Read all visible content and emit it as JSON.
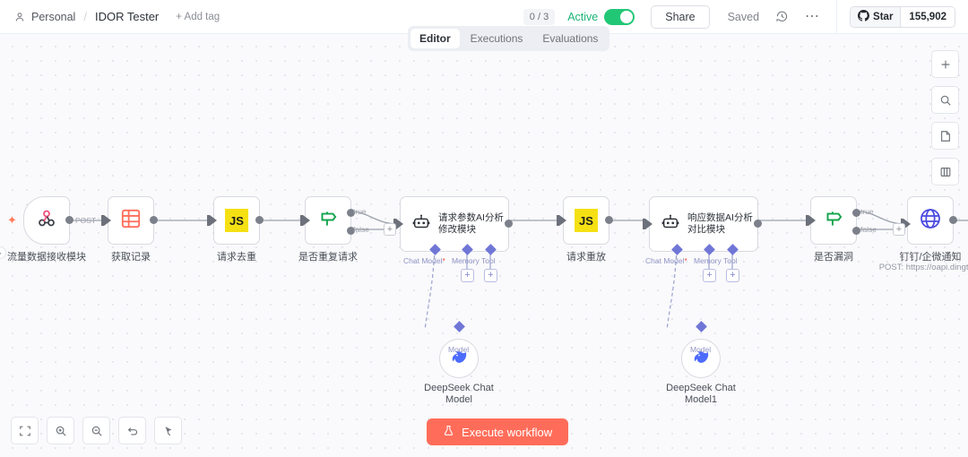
{
  "header": {
    "workspace": "Personal",
    "workflow_name": "IDOR Tester",
    "add_tag": "+ Add tag",
    "counter": "0 / 3",
    "active_label": "Active",
    "share_label": "Share",
    "saved_label": "Saved",
    "github_star_label": "Star",
    "github_star_count": "155,902",
    "icons": {
      "person": "person-icon",
      "history": "history-icon",
      "more": "ellipsis-icon",
      "github": "github-icon"
    }
  },
  "tabs": [
    {
      "label": "Editor",
      "active": true
    },
    {
      "label": "Executions",
      "active": false
    },
    {
      "label": "Evaluations",
      "active": false
    }
  ],
  "canvas": {
    "nodes": [
      {
        "id": "webhook",
        "label": "流量数据接收模块",
        "icon": "webhook-icon",
        "type": "trigger"
      },
      {
        "id": "sheets",
        "label": "获取记录",
        "icon": "table-icon",
        "type": "action"
      },
      {
        "id": "code1",
        "label": "请求去重",
        "icon": "js-icon",
        "type": "code"
      },
      {
        "id": "if1",
        "label": "是否重复请求",
        "icon": "filter-icon",
        "type": "if"
      },
      {
        "id": "agent1",
        "label": "",
        "title": "请求参数AI分析修改模块",
        "icon": "robot-icon",
        "type": "agent"
      },
      {
        "id": "code2",
        "label": "请求重放",
        "icon": "js-icon",
        "type": "code"
      },
      {
        "id": "agent2",
        "label": "",
        "title": "响应数据AI分析对比模块",
        "icon": "robot-icon",
        "type": "agent"
      },
      {
        "id": "if2",
        "label": "是否漏洞",
        "icon": "filter-icon",
        "type": "if"
      },
      {
        "id": "http",
        "label": "钉钉/企微通知",
        "sublabel": "POST: https://oapi.dingtalk.",
        "icon": "globe-icon",
        "type": "http"
      }
    ],
    "sub_nodes": [
      {
        "id": "model1",
        "label": "DeepSeek Chat Model",
        "icon": "deepseek-whale-icon",
        "connector": "Model"
      },
      {
        "id": "model2",
        "label": "DeepSeek Chat Model1",
        "icon": "deepseek-whale-icon",
        "connector": "Model"
      }
    ],
    "agent_ports": [
      {
        "label": "Chat Model",
        "required": "*"
      },
      {
        "label": "Memory",
        "required": ""
      },
      {
        "label": "Tool",
        "required": ""
      }
    ],
    "edge_labels": {
      "post": "POST",
      "true": "true",
      "false": "false"
    },
    "plus_label": "+"
  },
  "right_tools": [
    {
      "name": "add-node-button",
      "icon": "plus-icon",
      "glyph": "+"
    },
    {
      "name": "search-nodes-button",
      "icon": "search-icon",
      "glyph": ""
    },
    {
      "name": "add-sticky-note-button",
      "icon": "note-icon",
      "glyph": ""
    },
    {
      "name": "toggle-panel-button",
      "icon": "panel-icon",
      "glyph": ""
    }
  ],
  "bottom_tools": [
    {
      "name": "fit-view-button",
      "icon": "fit-view-icon"
    },
    {
      "name": "zoom-in-button",
      "icon": "zoom-in-icon"
    },
    {
      "name": "zoom-out-button",
      "icon": "zoom-out-icon"
    },
    {
      "name": "reset-zoom-button",
      "icon": "undo-icon"
    },
    {
      "name": "tidy-up-button",
      "icon": "cursor-icon"
    }
  ],
  "execute": {
    "label": "Execute workflow",
    "icon": "flask-icon"
  },
  "colors": {
    "accent_execute": "#ff6d5a",
    "active_green": "#22c776",
    "sub_connector": "#6f76d6",
    "canvas_bg": "#fafafc",
    "webhook_pink": "#ef4a78",
    "sheets_red": "#ff6d5a",
    "js_yellow": "#f5e014",
    "if_green": "#14a44d",
    "http_blue": "#4a4ae0",
    "deepseek_blue": "#4d6bfe"
  }
}
